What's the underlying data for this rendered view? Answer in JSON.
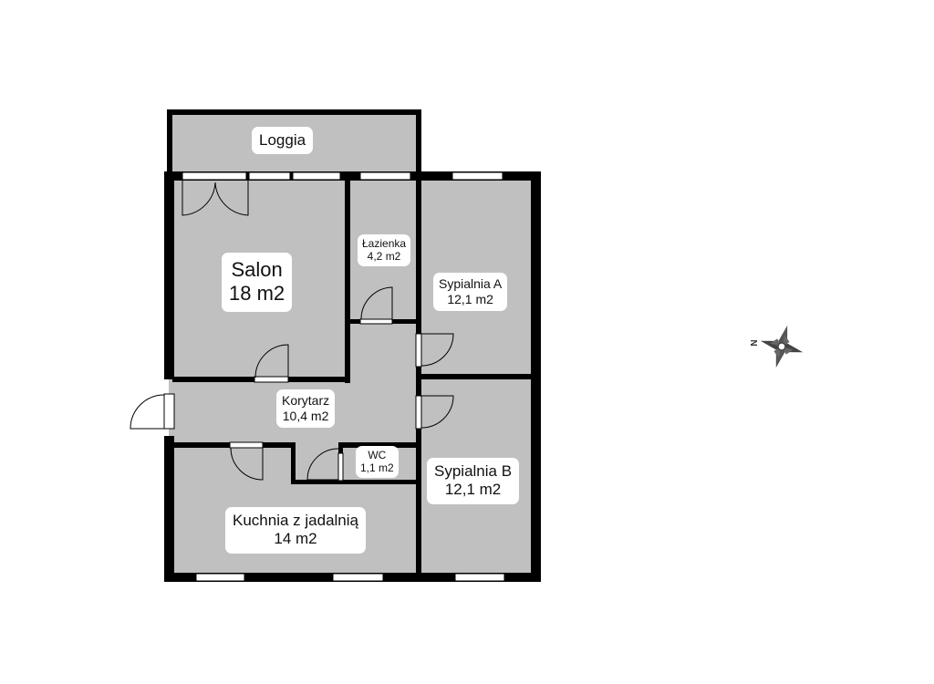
{
  "rooms": {
    "loggia": {
      "name": "Loggia"
    },
    "salon": {
      "name": "Salon",
      "area": "18 m2"
    },
    "lazienka": {
      "name": "Łazienka",
      "area": "4,2 m2"
    },
    "sypialnia_a": {
      "name": "Sypialnia A",
      "area": "12,1 m2"
    },
    "korytarz": {
      "name": "Korytarz",
      "area": "10,4 m2"
    },
    "wc": {
      "name": "WC",
      "area": "1,1 m2"
    },
    "sypialnia_b": {
      "name": "Sypialnia B",
      "area": "12,1 m2"
    },
    "kuchnia": {
      "name": "Kuchnia z jadalnią",
      "area": "14 m2"
    }
  },
  "compass": {
    "label": "N"
  },
  "colors": {
    "floor": "#c0c0c0",
    "wall": "#000000",
    "label_bg": "#ffffff",
    "background": "#ffffff"
  }
}
